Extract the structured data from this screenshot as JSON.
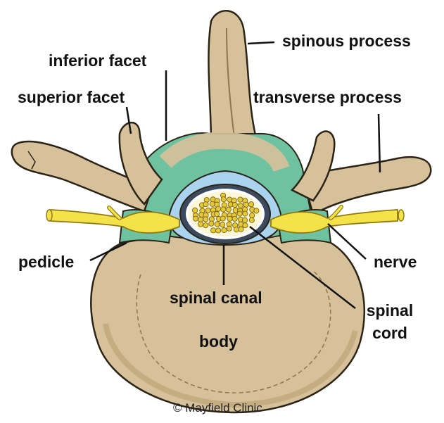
{
  "labels": {
    "spinous_process": "spinous process",
    "inferior_facet": "inferior facet",
    "superior_facet": "superior facet",
    "transverse_process": "transverse process",
    "pedicle": "pedicle",
    "nerve": "nerve",
    "spinal_canal": "spinal canal",
    "spinal_cord_line1": "spinal",
    "spinal_cord_line2": "cord",
    "body": "body"
  },
  "copyright": "© Mayfield Clinic",
  "colors": {
    "bone": "#d6c19a",
    "bone_shade": "#b89c6e",
    "bone_outline": "#2b2416",
    "cartilage_green": "#6fc2a0",
    "canal_blue": "#a9d3ef",
    "cord_dark": "#3b4a5e",
    "cord_light": "#ffffff",
    "nerve_yellow": "#f3e24a",
    "nerve_fiber": "#e6c93a",
    "leader_line": "#111111"
  }
}
